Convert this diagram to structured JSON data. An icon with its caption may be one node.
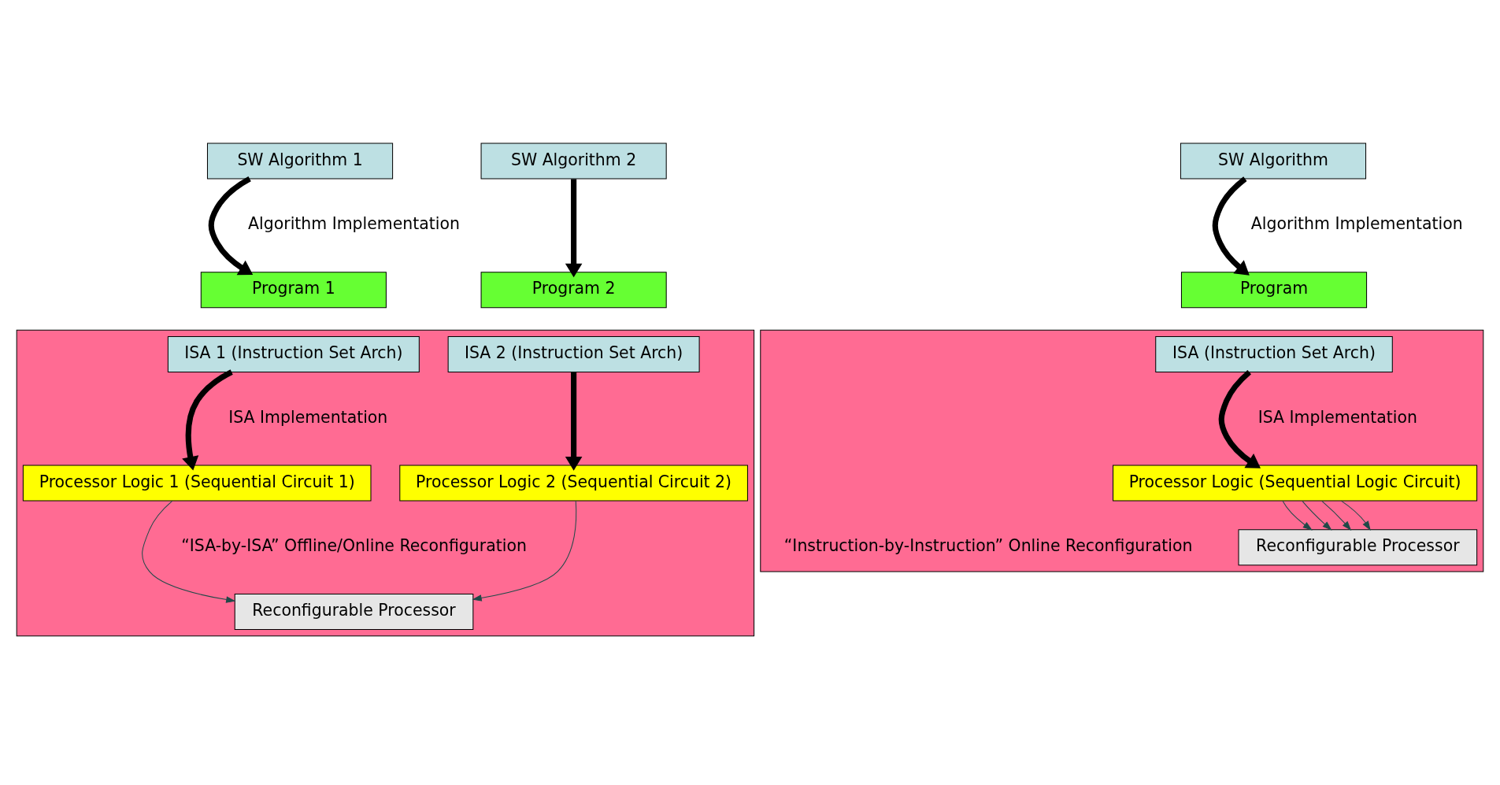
{
  "diagram": {
    "nodes": [
      {
        "text": [
          "SW Algorithm 1"
        ]
      },
      {
        "text": [
          "SW Algorithm 2"
        ]
      },
      {
        "text": [
          "SW Algorithm"
        ]
      },
      {
        "text": [
          "Program 1"
        ]
      },
      {
        "text": [
          "Program 2"
        ]
      },
      {
        "text": [
          "Program"
        ]
      },
      {
        "text": [],
        "shape": "box"
      },
      {
        "text": [
          "ISA 1 (Instruction Set Arch)"
        ],
        "in": 6
      },
      {
        "text": [
          "ISA 2 (Instruction Set Arch)"
        ],
        "in": 6
      },
      {
        "text": [
          "Processor Logic 1 (Sequential Circuit 1)"
        ],
        "in": 6
      },
      {
        "text": [
          "Processor Logic 2 (Sequential Circuit 2)"
        ],
        "in": 6
      },
      {
        "text": [
          "Reconfigurable Processor"
        ],
        "in": 6
      },
      {
        "text": [],
        "shape": "box"
      },
      {
        "text": [
          "ISA (Instruction Set Arch)"
        ],
        "in": 12
      },
      {
        "text": [
          "Processor Logic (Sequential Logic Circuit)"
        ],
        "in": 12
      },
      {
        "text": [
          "Reconfigurable Processor"
        ],
        "in": 12
      }
    ],
    "edges": [
      {
        "from": 0,
        "to": 3,
        "arrow": "to",
        "style": "thick"
      },
      {
        "from": 1,
        "to": 4,
        "arrow": "to",
        "style": "thick"
      },
      {
        "from": 2,
        "to": 5,
        "arrow": "to",
        "style": "thick"
      },
      {
        "from": 7,
        "to": 9,
        "arrow": "to",
        "style": "thick"
      },
      {
        "from": 8,
        "to": 10,
        "arrow": "to",
        "style": "thick"
      },
      {
        "from": 13,
        "to": 14,
        "arrow": "to",
        "style": "thick"
      },
      {
        "from": 9,
        "to": 11,
        "arrow": "to",
        "color": "#1f4a48"
      },
      {
        "from": 10,
        "to": 11,
        "arrow": "to",
        "color": "#1f4a48"
      },
      {
        "from": 14,
        "to": 15,
        "arrow": "to",
        "color": "#1f4a48"
      },
      {
        "from": 14,
        "to": 15,
        "arrow": "to",
        "color": "#1f4a48"
      },
      {
        "from": 14,
        "to": 15,
        "arrow": "to",
        "color": "#1f4a48"
      },
      {
        "from": 14,
        "to": 15,
        "arrow": "to",
        "color": "#1f4a48"
      }
    ],
    "labels": [
      "Algorithm Implementation",
      "Algorithm Implementation",
      "ISA Implementation",
      "ISA Implementation",
      "“ISA-by-ISA” Offline/Online Reconfiguration",
      "“Instruction-by-Instruction” Online Reconfiguration"
    ]
  }
}
